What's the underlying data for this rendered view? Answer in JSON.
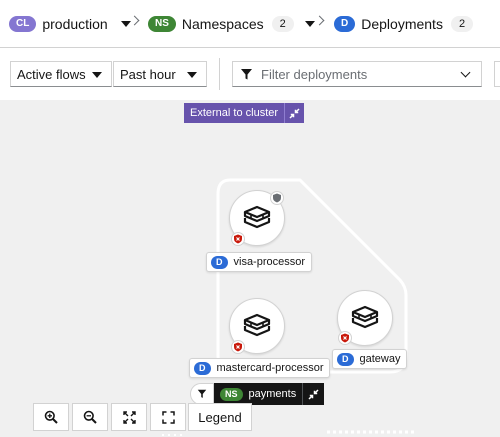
{
  "breadcrumbs": {
    "cluster": {
      "badge": "CL",
      "label": "production"
    },
    "namespaces": {
      "badge": "NS",
      "label": "Namespaces",
      "count": "2"
    },
    "deployments": {
      "badge": "D",
      "label": "Deployments",
      "count": "2"
    }
  },
  "toolbar": {
    "flows_select": "Active flows",
    "time_select": "Past hour",
    "filter_placeholder": "Filter deployments"
  },
  "external_group": {
    "label": "External to cluster"
  },
  "namespace_group": {
    "badge": "NS",
    "label": "payments"
  },
  "nodes": [
    {
      "badge": "D",
      "label": "visa-processor"
    },
    {
      "badge": "D",
      "label": "mastercard-processor"
    },
    {
      "badge": "D",
      "label": "gateway"
    }
  ],
  "controls": {
    "legend": "Legend",
    "zoom_in_icon": "zoom-in-icon",
    "zoom_out_icon": "zoom-out-icon",
    "fit_icon": "fit-to-screen-icon",
    "reset_icon": "reset-view-icon"
  },
  "colors": {
    "cluster": "#8476d1",
    "namespace": "#3e8635",
    "deployment": "#2b6bd6",
    "external": "#6753ac",
    "alert": "#c9190b"
  }
}
